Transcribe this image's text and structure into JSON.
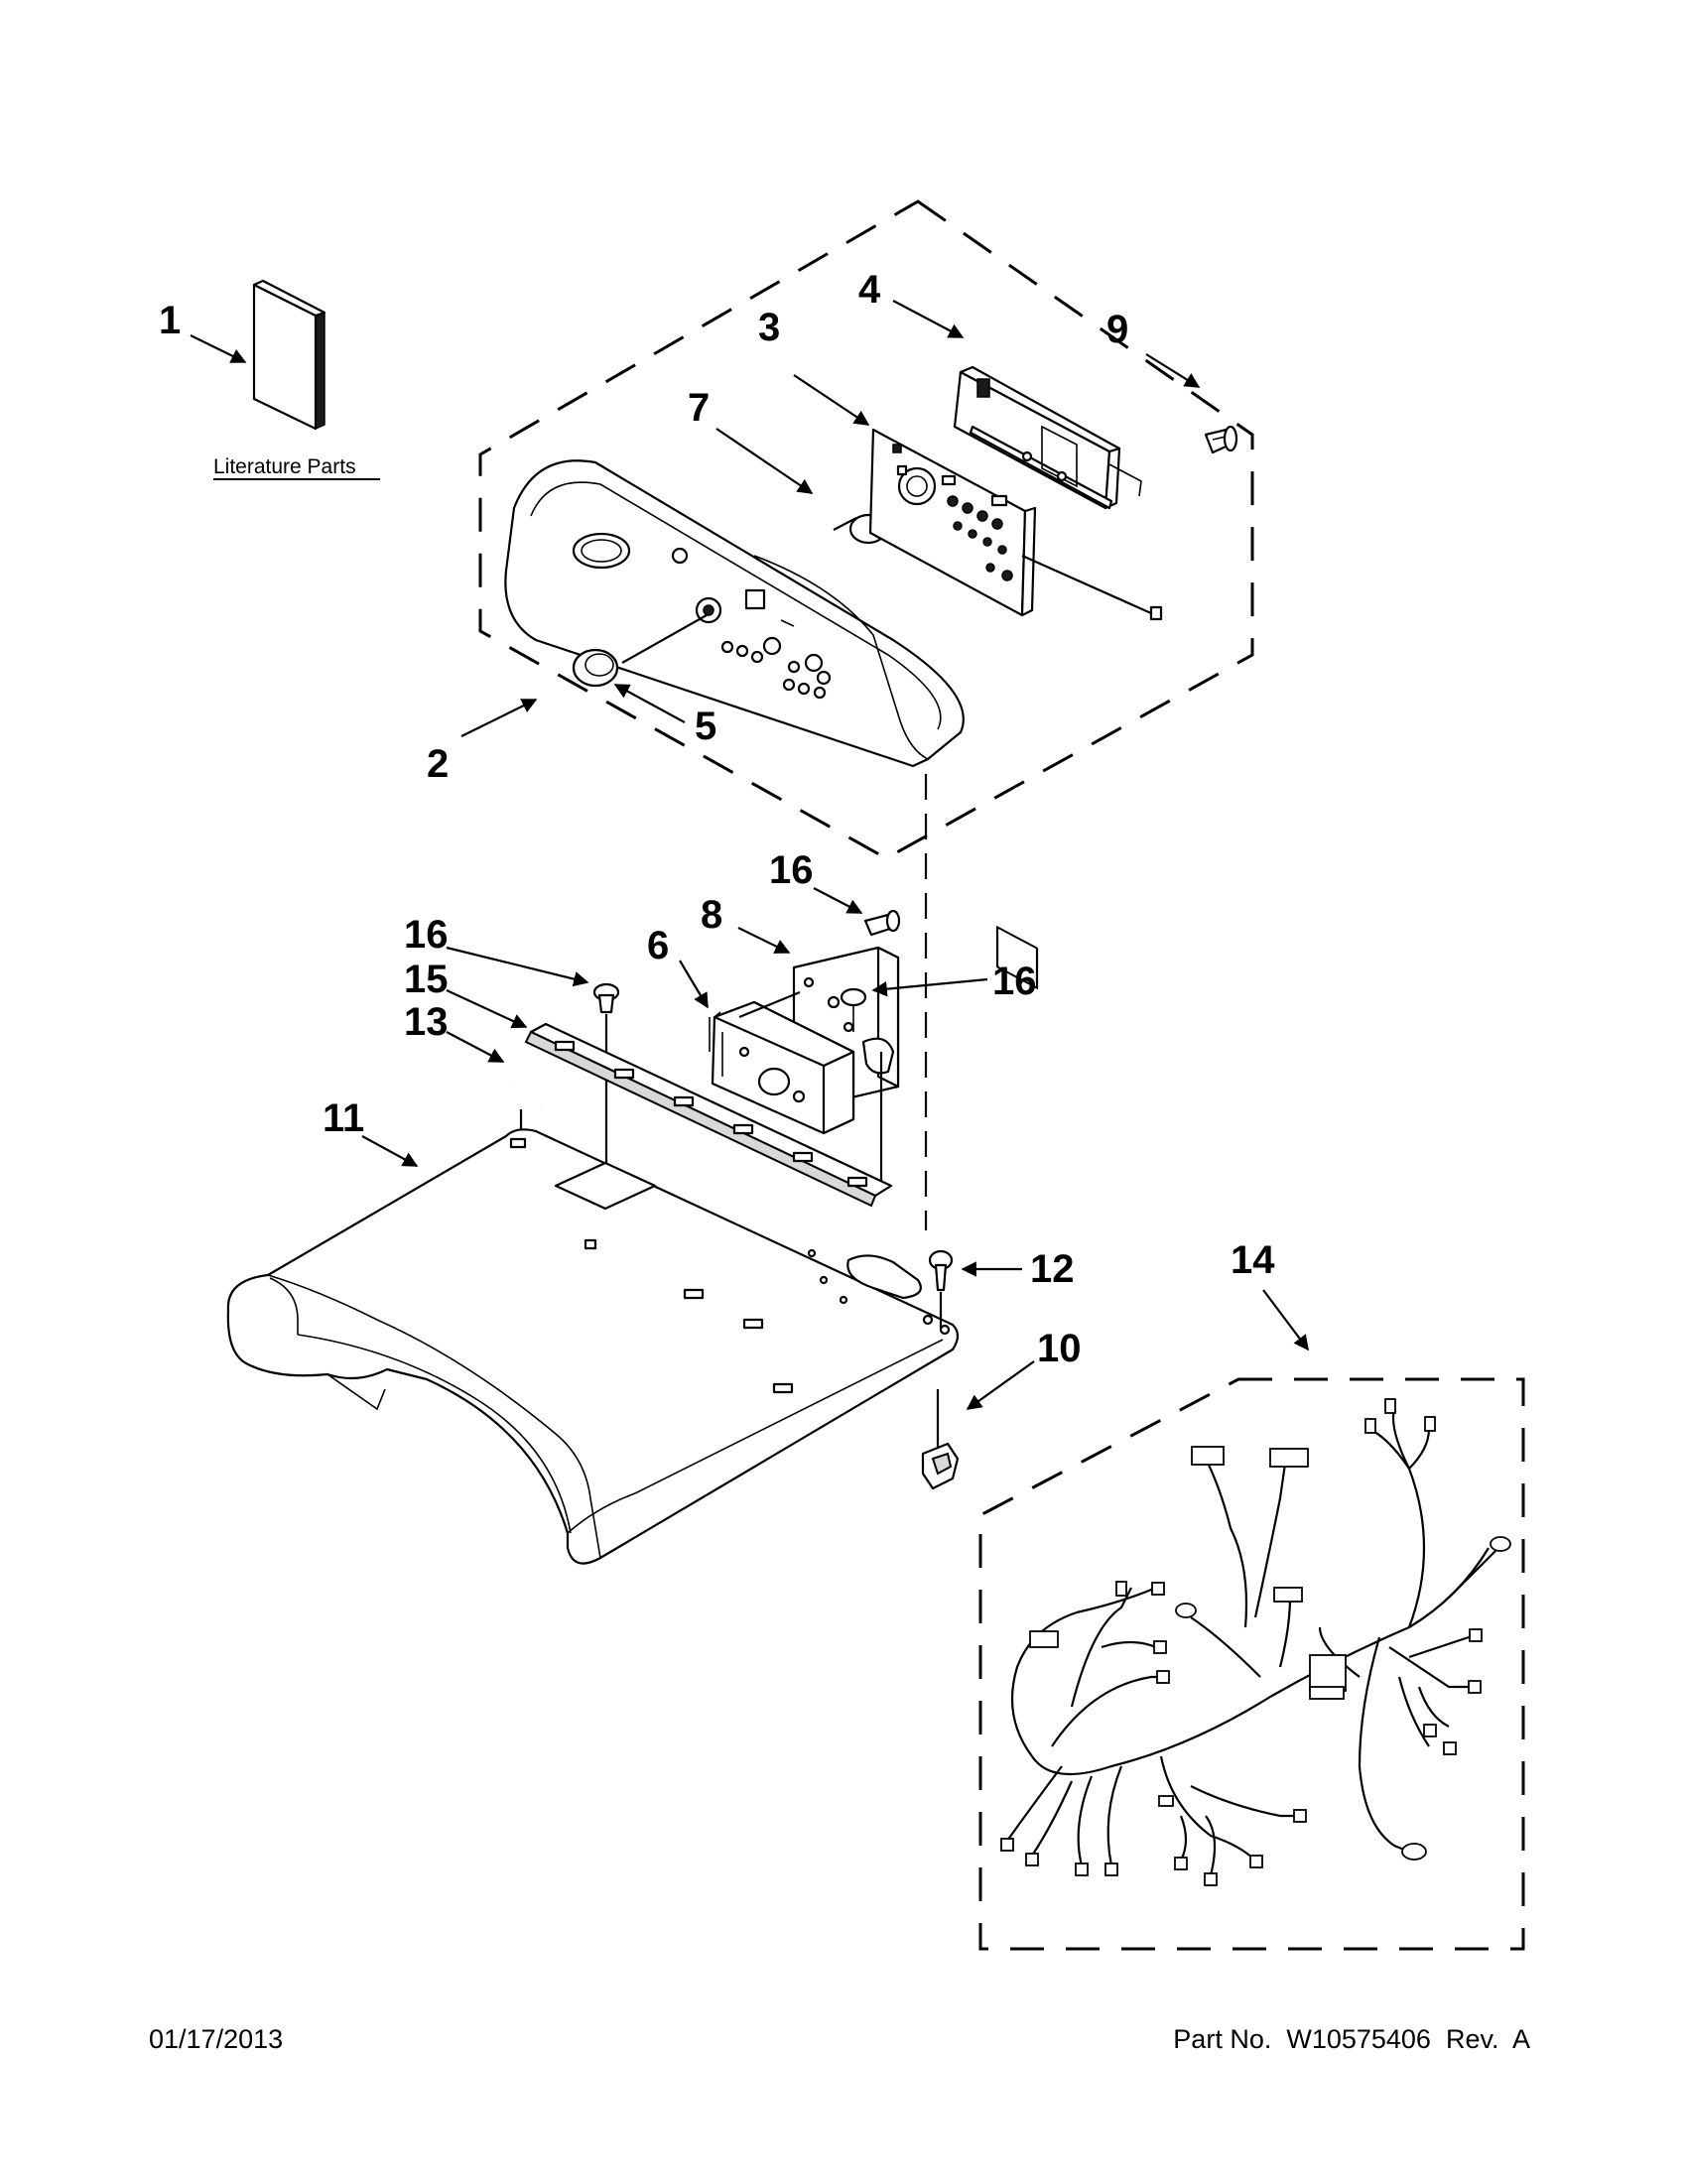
{
  "footer": {
    "date": "01/17/2013",
    "part_number": "Part No.  W10575406  Rev.  A"
  },
  "literature_label": "Literature Parts",
  "callouts": {
    "c1": "1",
    "c2": "2",
    "c3": "3",
    "c4": "4",
    "c5": "5",
    "c6": "6",
    "c7": "7",
    "c8": "8",
    "c9": "9",
    "c10": "10",
    "c11": "11",
    "c12": "12",
    "c13": "13",
    "c14": "14",
    "c15": "15",
    "c16a": "16",
    "c16b": "16",
    "c16c": "16"
  }
}
